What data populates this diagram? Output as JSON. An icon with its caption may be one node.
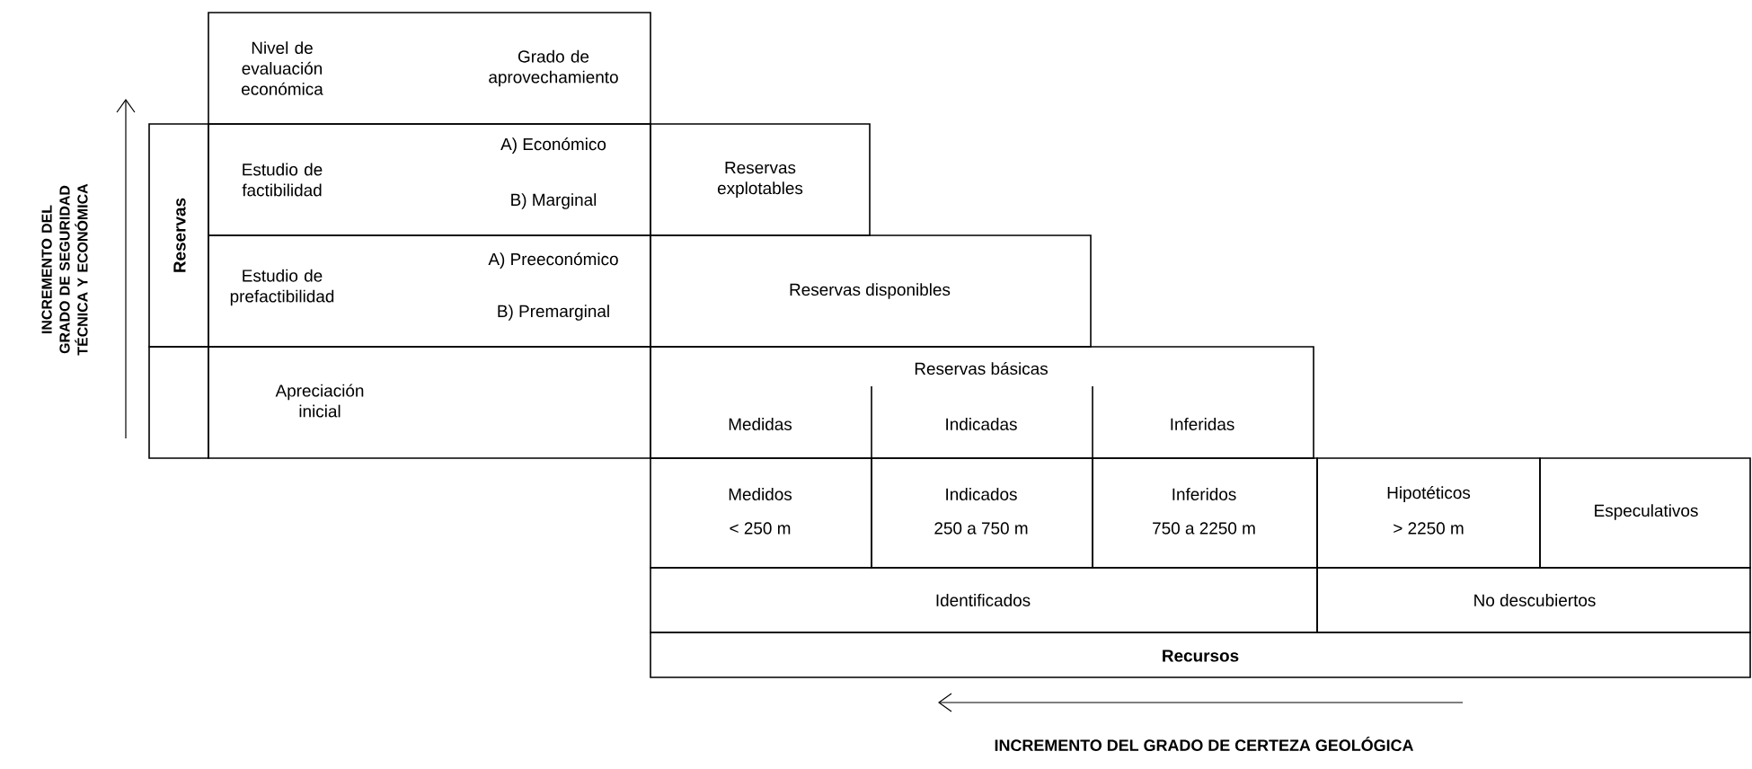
{
  "diagram": {
    "nodes": [
      {
        "text": [
          "Nivel de evaluación económica",
          "Grado de aprovechamiento"
        ]
      },
      {
        "text": [
          "Reservas"
        ]
      },
      {
        "text": [
          "Estudio de factibilidad",
          "A) Económico",
          "B) Marginal"
        ]
      },
      {
        "text": [
          "Reservas explotables"
        ]
      },
      {
        "text": [
          "Estudio de prefactibilidad",
          "A) Preeconómico",
          "B) Premarginal"
        ]
      },
      {
        "text": [
          "Reservas disponibles"
        ]
      },
      {
        "text": [],
        "shape": "box"
      },
      {
        "text": [
          "Apreciación inicial"
        ]
      },
      {
        "text": [
          "Reservas básicas"
        ]
      },
      {
        "text": [
          "Medidas"
        ],
        "in": 8
      },
      {
        "text": [
          "Indicadas"
        ],
        "in": 8
      },
      {
        "text": [
          "Inferidas"
        ],
        "in": 8
      },
      {
        "text": [
          "Medidos",
          "< 250 m"
        ]
      },
      {
        "text": [
          "Indicados",
          "250 a 750 m"
        ]
      },
      {
        "text": [
          "Inferidos",
          "750 a 2250 m"
        ]
      },
      {
        "text": [
          "Hipotéticos",
          "> 2250 m"
        ]
      },
      {
        "text": [
          "Especulativos"
        ]
      },
      {
        "text": [
          "Identificados"
        ]
      },
      {
        "text": [
          "No descubiertos"
        ]
      },
      {
        "text": [
          "Recursos"
        ]
      }
    ],
    "labels": [
      "INCREMENTO DEL GRADO DE SEGURIDAD TÉCNICA Y ECONÓMICA",
      "INCREMENTO DEL GRADO DE CERTEZA GEOLÓGICA"
    ]
  }
}
